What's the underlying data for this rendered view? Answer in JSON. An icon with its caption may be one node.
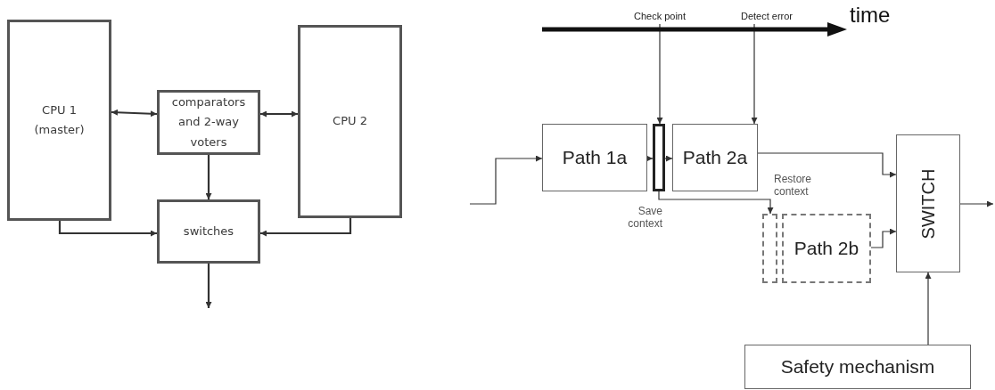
{
  "diagram": {
    "nodes": [
      {
        "text": [
          "CPU 1 (master)"
        ]
      },
      {
        "text": [
          "comparators and 2-way voters"
        ]
      },
      {
        "text": [
          "CPU 2"
        ]
      },
      {
        "text": [
          "switches"
        ]
      },
      {
        "text": [
          "Check point"
        ]
      },
      {
        "text": [
          "Detect error"
        ]
      },
      {
        "text": [
          "Path 1a"
        ]
      },
      {
        "text": [],
        "shape": "bar",
        "beside": [
          "Save context"
        ]
      },
      {
        "text": [
          "Path 2a"
        ]
      },
      {
        "text": [],
        "shape": "bar",
        "beside": [
          "Restore context"
        ]
      },
      {
        "text": [
          "Path 2b"
        ]
      },
      {
        "text": [
          "SWITCH"
        ]
      },
      {
        "text": [
          "Safety mechanism"
        ]
      }
    ],
    "edges": [
      {
        "from": 0,
        "to": 1,
        "arrow": "both"
      },
      {
        "from": 1,
        "to": 2,
        "arrow": "both"
      },
      {
        "from": 1,
        "to": 3,
        "arrow": "to"
      },
      {
        "from": 0,
        "to": 3,
        "arrow": "to"
      },
      {
        "from": 2,
        "to": 3,
        "arrow": "to"
      },
      {
        "from": 3,
        "to": null,
        "arrow": "to"
      },
      {
        "from": null,
        "to": 6,
        "arrow": "to"
      },
      {
        "from": 6,
        "to": 7,
        "arrow": "to"
      },
      {
        "from": 7,
        "to": 8,
        "arrow": "to"
      },
      {
        "from": 4,
        "to": 7,
        "arrow": "to"
      },
      {
        "from": 5,
        "to": 8,
        "arrow": "to"
      },
      {
        "from": 8,
        "to": 11,
        "arrow": "to"
      },
      {
        "from": 7,
        "to": 9,
        "arrow": "to"
      },
      {
        "from": 10,
        "to": 11,
        "arrow": "to"
      },
      {
        "from": 12,
        "to": 11,
        "arrow": "to"
      },
      {
        "from": 11,
        "to": null,
        "arrow": "to"
      }
    ],
    "labels": [
      "time"
    ]
  }
}
